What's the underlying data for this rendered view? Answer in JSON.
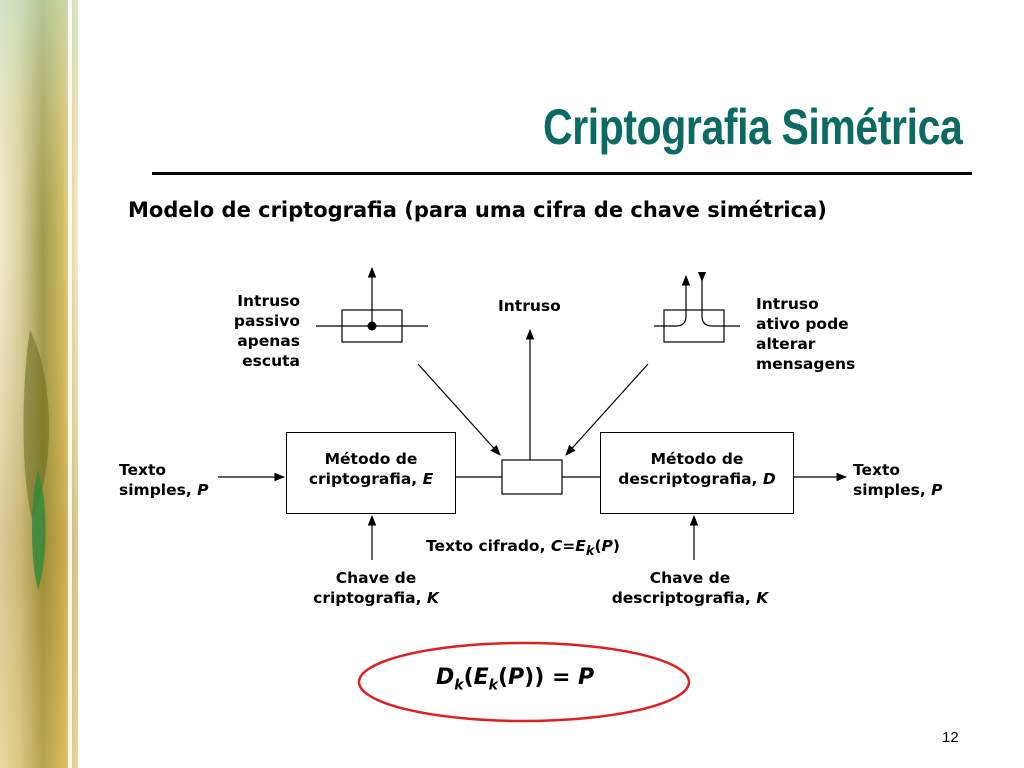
{
  "slide": {
    "title": "Criptografia Simétrica",
    "subtitle": "Modelo de criptografia (para uma cifra de chave simétrica)",
    "page_number": "12"
  },
  "diagram": {
    "passive_intruder": [
      "Intruso",
      "passivo",
      "apenas",
      "escuta"
    ],
    "intruder": "Intruso",
    "active_intruder": [
      "Intruso",
      "ativo pode",
      "alterar",
      "mensagens"
    ],
    "plaintext_left": {
      "line1": "Texto",
      "line2": "simples, ",
      "var": "P"
    },
    "plaintext_right": {
      "line1": "Texto",
      "line2": "simples, ",
      "var": "P"
    },
    "encrypt_box": {
      "line1": "Método de",
      "line2": "criptografia, ",
      "var": "E"
    },
    "decrypt_box": {
      "line1": "Método de",
      "line2": "descriptografia, ",
      "var": "D"
    },
    "ciphertext": {
      "prefix": "Texto cifrado, ",
      "c": "C",
      "eq": "=",
      "e": "E",
      "k": "k",
      "open": "(",
      "p": "P",
      "close": ")"
    },
    "encrypt_key": {
      "line1": "Chave de",
      "line2": "criptografia, ",
      "var": "K"
    },
    "decrypt_key": {
      "line1": "Chave de",
      "line2": "descriptografia, ",
      "var": "K"
    }
  },
  "formula": {
    "d": "D",
    "k1": "k",
    "open1": "(",
    "e": "E",
    "k2": "k",
    "open2": "(",
    "p": "P",
    "close": "))",
    "eq": " = ",
    "result": "P"
  },
  "colors": {
    "title": "#0b6b62",
    "ellipse": "#e02020"
  }
}
